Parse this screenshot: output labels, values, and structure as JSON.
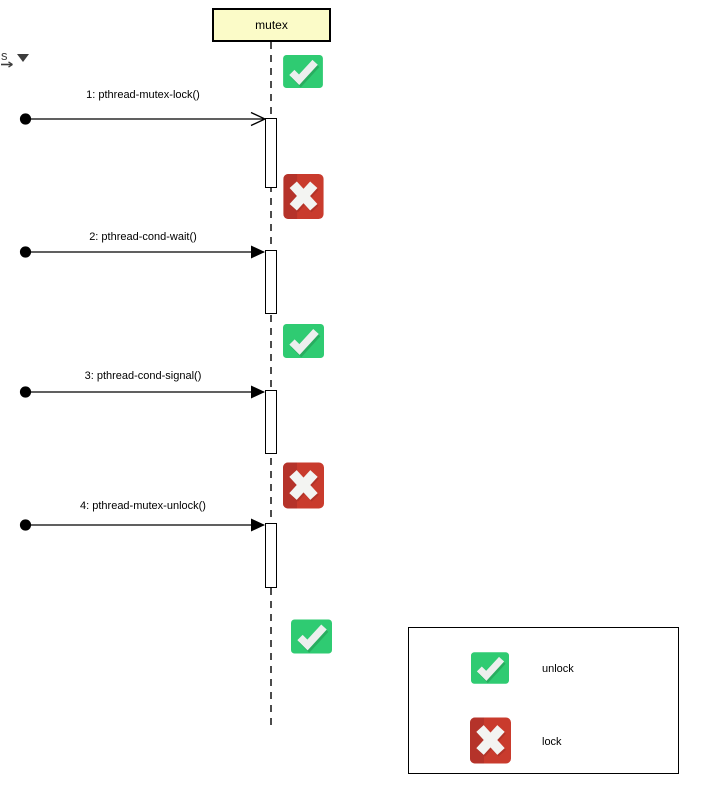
{
  "tool_control": {
    "label": "s"
  },
  "diagram": {
    "lifeline": {
      "name": "mutex"
    },
    "messages": [
      {
        "label": "1: pthread-mutex-lock()",
        "arrowhead": "open"
      },
      {
        "label": "2: pthread-cond-wait()",
        "arrowhead": "filled"
      },
      {
        "label": "3: pthread-cond-signal()",
        "arrowhead": "filled"
      },
      {
        "label": "4: pthread-mutex-unlock()",
        "arrowhead": "filled"
      }
    ],
    "state_sequence": [
      "unlock",
      "lock",
      "unlock",
      "lock",
      "unlock"
    ]
  },
  "legend": {
    "items": [
      {
        "icon": "green-check",
        "label": "unlock"
      },
      {
        "icon": "red-cross",
        "label": "lock"
      }
    ]
  },
  "colors": {
    "green": "#2FCB72",
    "green_shadow": "#27A85C",
    "red": "#C93B2D",
    "red_dark": "#B5332A",
    "red_shadow": "#9E2B23",
    "head_fill": "#FBFBC8",
    "stroke": "#000000"
  }
}
